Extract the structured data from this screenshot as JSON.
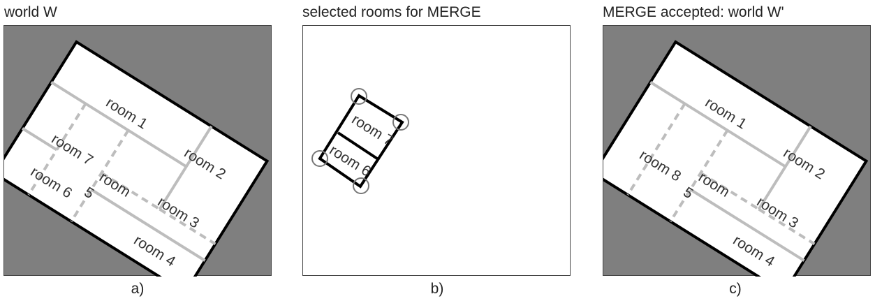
{
  "panels": [
    {
      "title": "world W",
      "caption": "a)",
      "background": "#7f7f7f",
      "rooms": [
        "room 1",
        "room 2",
        "room 3",
        "room 4",
        "room 7",
        "room 6",
        "room",
        "5"
      ]
    },
    {
      "title": "selected rooms for MERGE",
      "caption": "b)",
      "background": "#ffffff",
      "rooms": [
        "room 7",
        "room 6"
      ],
      "selection_markers": 4
    },
    {
      "title": "MERGE accepted: world W'",
      "caption": "c)",
      "background": "#7f7f7f",
      "rooms": [
        "room 1",
        "room 2",
        "room 3",
        "room 4",
        "room 8",
        "room",
        "5"
      ]
    }
  ],
  "colors": {
    "wall": "#000000",
    "open_edge": "#bdbdbd",
    "world_background": "#7f7f7f",
    "marker": "#777777"
  }
}
